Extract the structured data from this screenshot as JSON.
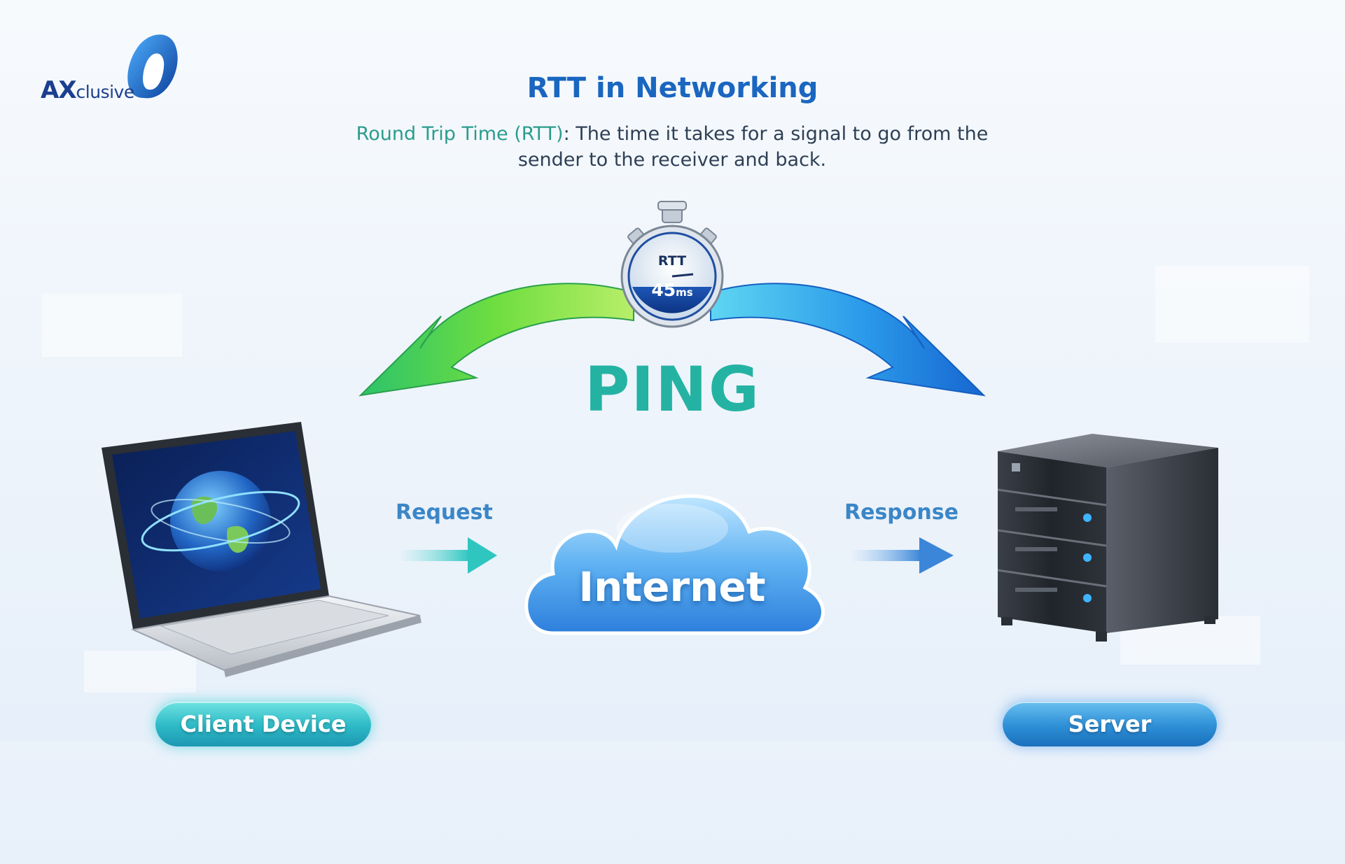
{
  "brand": {
    "logo_strong": "AX",
    "logo_light": "clusive"
  },
  "header": {
    "title": "RTT in Networking",
    "definition_term": "Round Trip Time (RTT)",
    "definition_text": ": The time it takes for a signal to go from the sender to the receiver and back."
  },
  "diagram": {
    "stopwatch_label": "RTT",
    "stopwatch_value": "45",
    "stopwatch_unit": "ms",
    "arc_label": "PING",
    "request_label": "Request",
    "response_label": "Response",
    "cloud_label": "Internet",
    "client_label": "Client Device",
    "server_label": "Server"
  },
  "colors": {
    "title_blue": "#1a66c0",
    "teal": "#24b3a3",
    "green_arrow": "#5fd43a",
    "blue_arrow": "#1f86e0",
    "label_blue": "#3b86c7"
  },
  "icons": [
    "stopwatch-icon",
    "laptop-icon",
    "globe-icon",
    "cloud-icon",
    "server-icon",
    "arrow-right-icon"
  ]
}
